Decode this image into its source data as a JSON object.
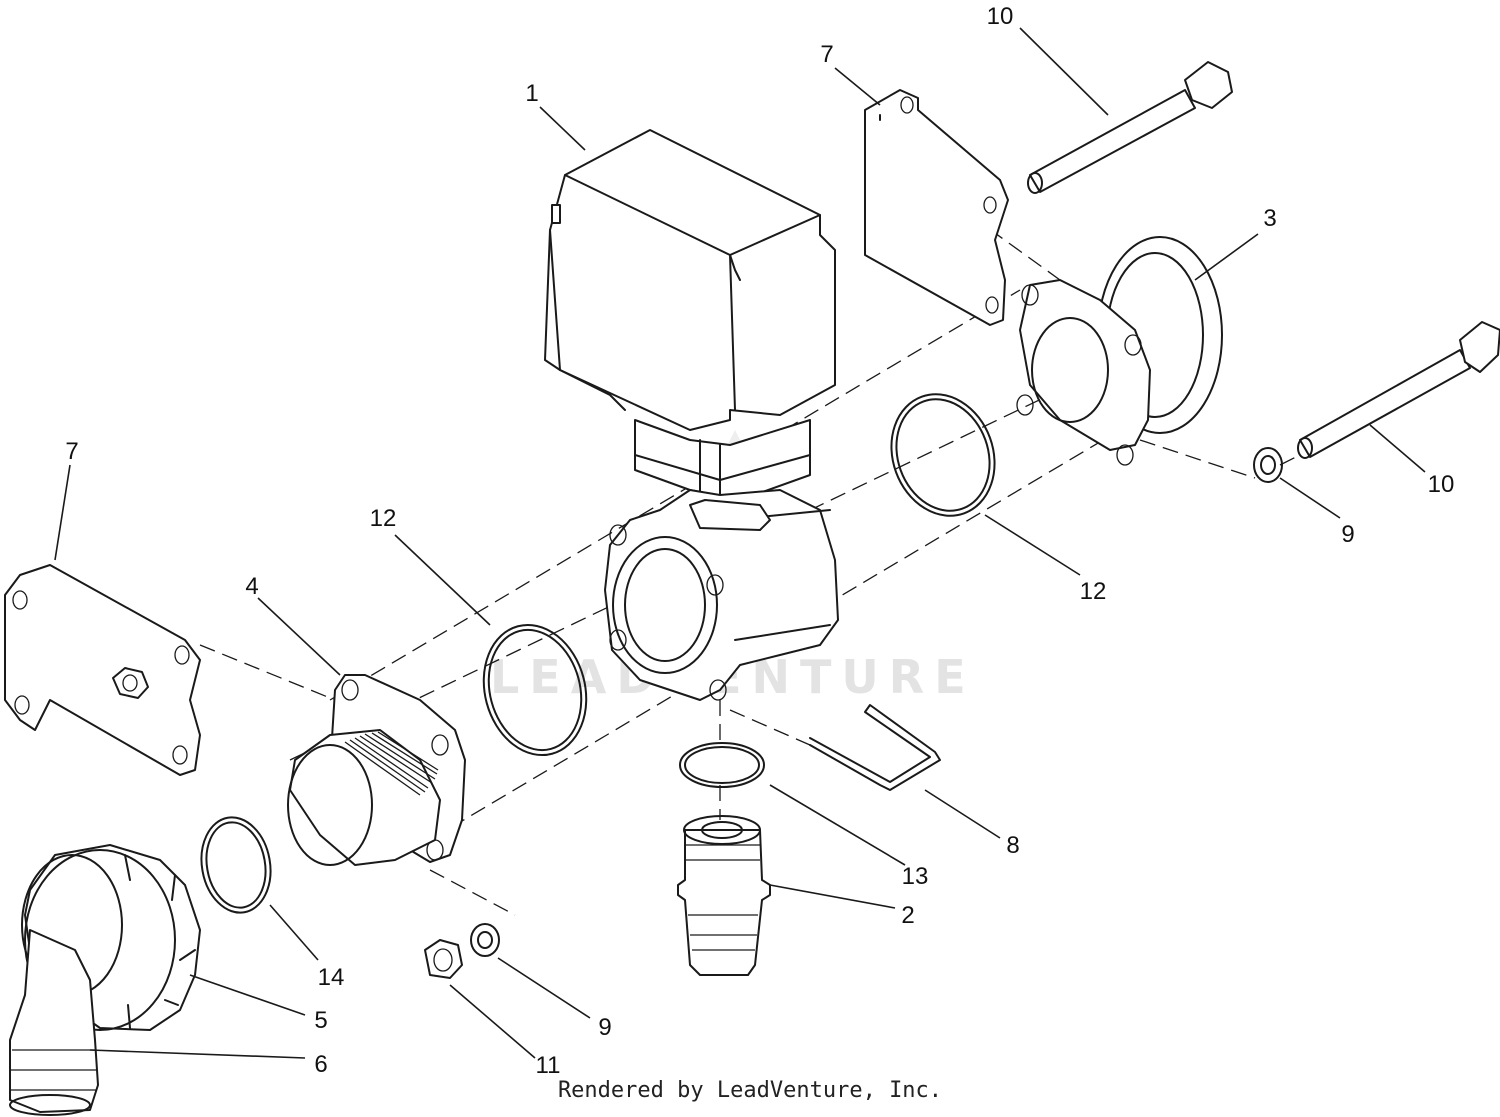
{
  "diagram": {
    "callouts": [
      "1",
      "2",
      "3",
      "4",
      "5",
      "6",
      "7",
      "7",
      "8",
      "9",
      "9",
      "10",
      "10",
      "11",
      "12",
      "12",
      "13",
      "14"
    ],
    "watermark": "LEADVENTURE"
  },
  "footer": {
    "credit": "Rendered by LeadVenture, Inc."
  }
}
